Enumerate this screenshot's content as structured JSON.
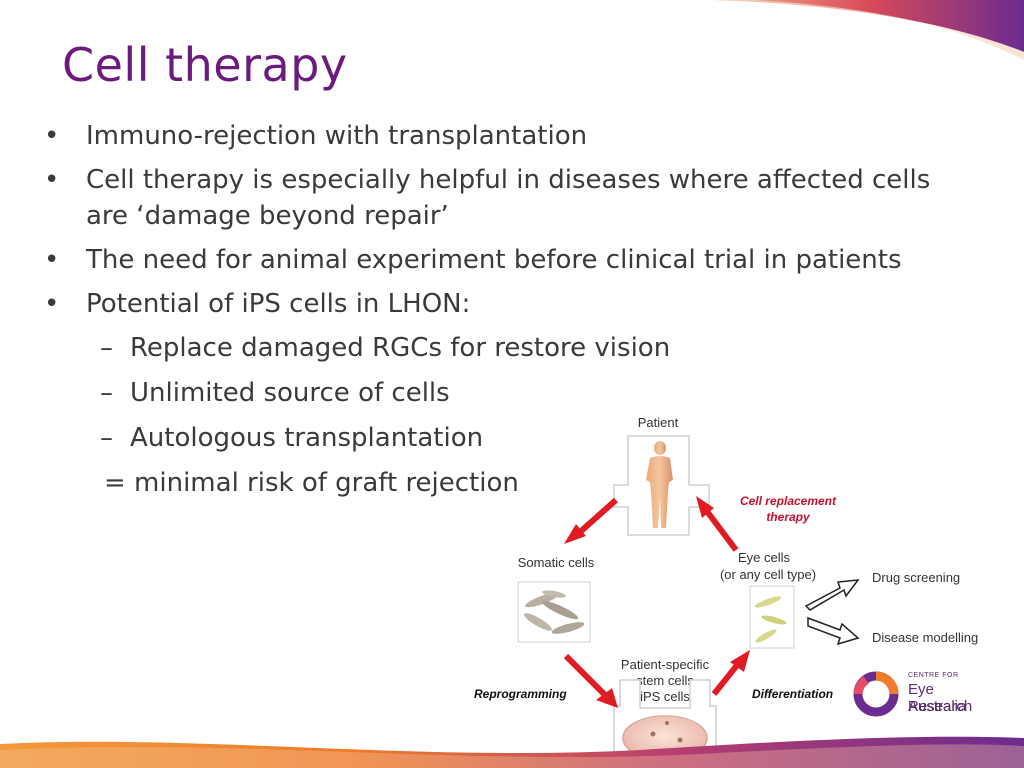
{
  "slide": {
    "title": "Cell therapy",
    "bullets": [
      "Immuno-rejection with transplantation",
      "Cell therapy is especially helpful in diseases where affected cells are ‘damage beyond repair’",
      "The need for animal experiment before clinical trial in patients",
      "Potential of iPS cells in LHON:"
    ],
    "sub_bullets": [
      "Replace damaged RGCs for restore vision",
      "Unlimited source of cells",
      "Autologous transplantation"
    ],
    "note": "= minimal risk of graft rejection",
    "bullet_symbol": "•",
    "dash_symbol": "–"
  },
  "diagram": {
    "patient": "Patient",
    "cell_replacement_line1": "Cell replacement",
    "cell_replacement_line2": "therapy",
    "somatic_cells": "Somatic cells",
    "eye_cells_line1": "Eye cells",
    "eye_cells_line2": "(or any cell type)",
    "drug_screening": "Drug screening",
    "disease_modelling": "Disease modelling",
    "stem_line1": "Patient-specific",
    "stem_line2": "stem cells",
    "stem_line3": "(iPS cells)",
    "reprogramming": "Reprogramming",
    "differentiation": "Differentiation"
  },
  "logo": {
    "small": "CENTRE FOR",
    "line1": "Eye Research",
    "line2": "Australia"
  },
  "colors": {
    "title": "#6a1b7d",
    "text": "#3a3a3a",
    "arrow_red": "#e01b22",
    "accent_red": "#c8102e",
    "orange": "#f07c2a",
    "purple": "#6b2c8f"
  }
}
